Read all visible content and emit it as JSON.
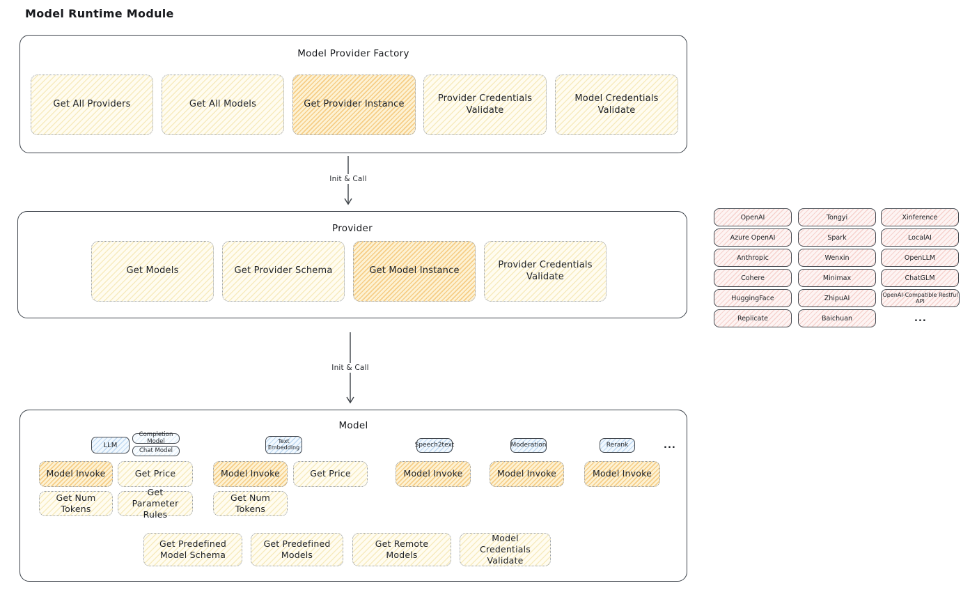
{
  "title": "Model Runtime Module",
  "factory": {
    "title": "Model Provider Factory",
    "boxes": [
      {
        "label": "Get All Providers",
        "highlight": false
      },
      {
        "label": "Get All Models",
        "highlight": false
      },
      {
        "label": "Get Provider Instance",
        "highlight": true
      },
      {
        "label": "Provider Credentials Validate",
        "highlight": false
      },
      {
        "label": "Model Credentials Validate",
        "highlight": false
      }
    ]
  },
  "arrow1": {
    "label": "Init & Call"
  },
  "provider": {
    "title": "Provider",
    "boxes": [
      {
        "label": "Get Models",
        "highlight": false
      },
      {
        "label": "Get Provider Schema",
        "highlight": false
      },
      {
        "label": "Get Model Instance",
        "highlight": true
      },
      {
        "label": "Provider Credentials Validate",
        "highlight": false
      }
    ]
  },
  "providers_grid": {
    "items": [
      "OpenAI",
      "Tongyi",
      "Xinference",
      "Azure OpenAI",
      "Spark",
      "LocalAI",
      "Anthropic",
      "Wenxin",
      "OpenLLM",
      "Cohere",
      "Minimax",
      "ChatGLM",
      "HuggingFace",
      "ZhipuAI",
      "OpenAI-Compatible Restful API",
      "Replicate",
      "Baichuan"
    ],
    "more": "..."
  },
  "arrow2": {
    "label": "Init & Call"
  },
  "model": {
    "title": "Model",
    "tabs": {
      "llm": "LLM",
      "completion": "Completion Model",
      "chat": "Chat Model",
      "text_embedding": "Text Embedding",
      "speech2text": "Speech2text",
      "moderation": "Moderation",
      "rerank": "Rerank",
      "more": "..."
    },
    "llm_boxes": [
      {
        "label": "Model Invoke",
        "highlight": true
      },
      {
        "label": "Get Price",
        "highlight": false
      },
      {
        "label": "Get Num Tokens",
        "highlight": false
      },
      {
        "label": "Get Parameter Rules",
        "highlight": false
      }
    ],
    "text_embedding_boxes": [
      {
        "label": "Model Invoke",
        "highlight": true
      },
      {
        "label": "Get Price",
        "highlight": false
      },
      {
        "label": "Get Num Tokens",
        "highlight": false
      }
    ],
    "speech2text_boxes": [
      {
        "label": "Model Invoke",
        "highlight": true
      }
    ],
    "moderation_boxes": [
      {
        "label": "Model Invoke",
        "highlight": true
      }
    ],
    "rerank_boxes": [
      {
        "label": "Model Invoke",
        "highlight": true
      }
    ],
    "bottom_boxes": [
      {
        "label": "Get Predefined Model Schema"
      },
      {
        "label": "Get Predefined Models"
      },
      {
        "label": "Get Remote Models"
      },
      {
        "label": "Model Credentials Validate"
      }
    ]
  },
  "colors": {
    "highlight_orange": "#f0af46",
    "soft_yellow": "#f0dc96",
    "provider_pink": "#eb9e94",
    "tab_blue": "#7db2e2",
    "border_dark": "#3a4048"
  }
}
